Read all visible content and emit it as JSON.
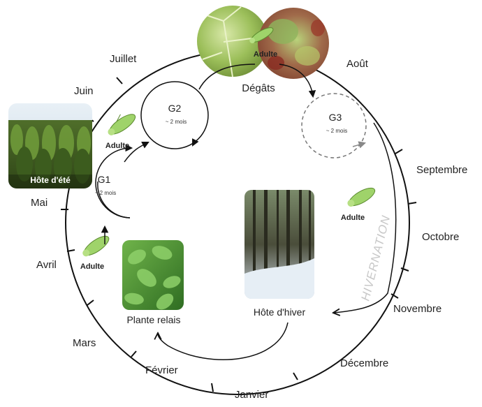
{
  "months": {
    "juillet": "Juillet",
    "aout": "Août",
    "juin": "Juin",
    "mai": "Mai",
    "avril": "Avril",
    "mars": "Mars",
    "fevrier": "Février",
    "janvier": "Janvier",
    "decembre": "Décembre",
    "novembre": "Novembre",
    "octobre": "Octobre",
    "septembre": "Septembre"
  },
  "generations": {
    "g1": {
      "label": "G1",
      "duration": "~ 2 mois"
    },
    "g2": {
      "label": "G2",
      "duration": "~ 2 mois"
    },
    "g3": {
      "label": "G3",
      "duration": "~ 2 mois"
    }
  },
  "hosts": {
    "summer": "Hôte d'été",
    "winter": "Hôte d'hiver",
    "relay": "Plante relais"
  },
  "labels": {
    "degats": "Dégâts",
    "adulte_top": "Adulte",
    "adulte_g1": "Adulte",
    "adulte_right": "Adulte",
    "adulte_left": "Adulte",
    "hivernation": "HIVERNATION"
  },
  "colors": {
    "insect": "#9fd36a",
    "circle": "#111111",
    "dashed": "#777777",
    "hivernation_text": "#c8c8c8"
  }
}
